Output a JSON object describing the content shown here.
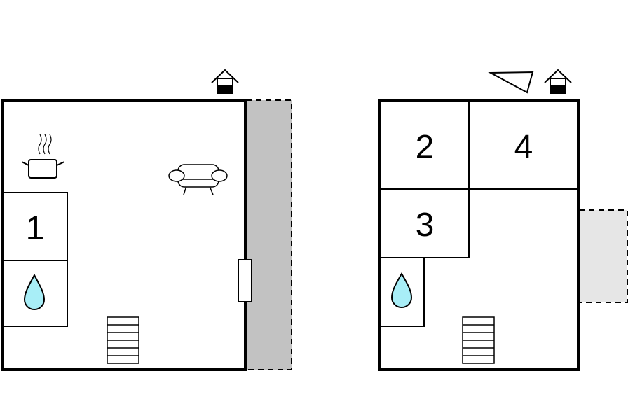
{
  "floor_plan": {
    "rooms": {
      "room_1": "1",
      "room_2": "2",
      "room_3": "3",
      "room_4": "4"
    },
    "icons": {
      "entrance": "house-entrance-icon",
      "cooking_pot": "cooking-pot-icon",
      "sofa": "sofa-icon",
      "water_drop": "water-drop-icon",
      "stairs": "stairs-icon",
      "roof_window": "roof-window-icon",
      "door": "door-icon"
    },
    "colors": {
      "wall": "#000000",
      "terrace_dark": "#c2c2c2",
      "terrace_light": "#e6e6e6",
      "water_drop": "#a8eef7"
    }
  }
}
